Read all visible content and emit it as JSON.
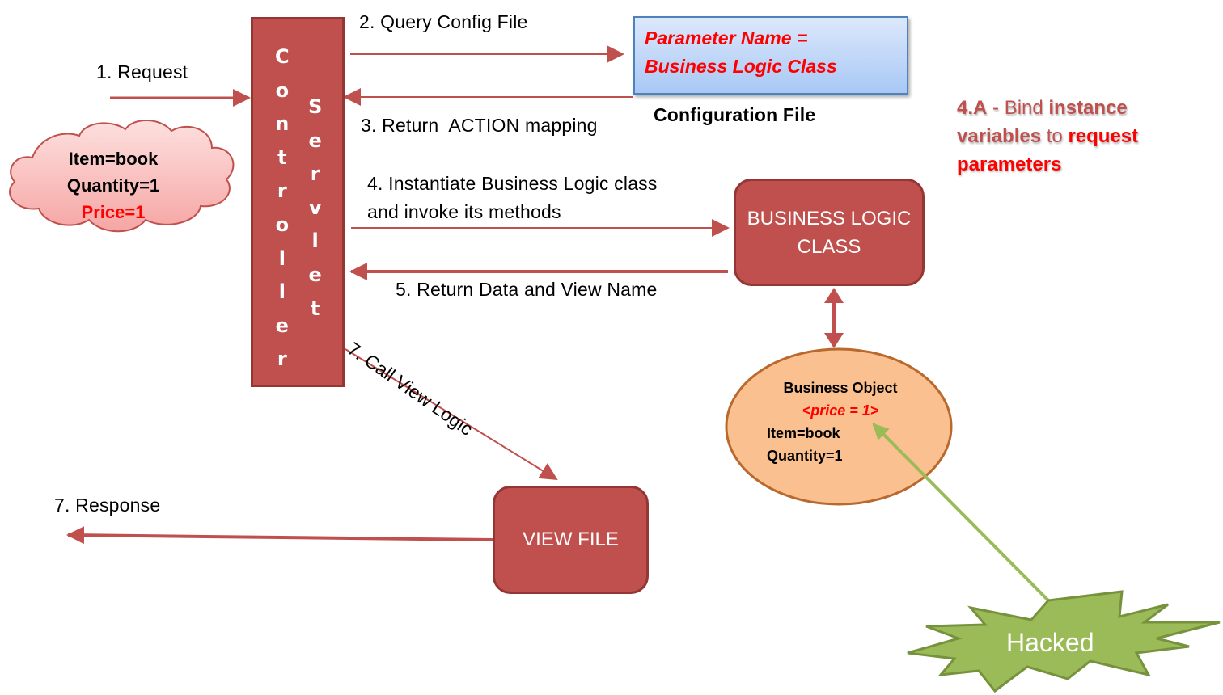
{
  "nodes": {
    "controller": {
      "column1": [
        "C",
        "o",
        "n",
        "t",
        "r",
        "o",
        "l",
        "l",
        "e",
        "r"
      ],
      "column2": [
        "S",
        "e",
        "r",
        "v",
        "l",
        "e",
        "t"
      ]
    },
    "config_box": {
      "line1": "Parameter Name =",
      "line2": "Business Logic Class",
      "caption": "Configuration File"
    },
    "business_logic": {
      "line1": "BUSINESS LOGIC",
      "line2": "CLASS"
    },
    "view_file": {
      "label": "VIEW FILE"
    },
    "request_cloud": {
      "line1": "Item=book",
      "line2": "Quantity=1",
      "line3": "Price=1"
    },
    "business_object": {
      "title": "Business Object",
      "price": "<price = 1>",
      "line1": "Item=book",
      "line2": "Quantity=1"
    },
    "hacked_burst": {
      "label": "Hacked"
    }
  },
  "edges": {
    "request": "1. Request",
    "query_config": "2. Query Config File",
    "return_action": "3. Return  ACTION mapping",
    "instantiate_line1": "4. Instantiate Business Logic class",
    "instantiate_line2": "and invoke its methods",
    "return_data": "5. Return Data and View Name",
    "call_view": "7. Call View Logic",
    "response": "7. Response"
  },
  "annotation": {
    "part1": "4.A",
    "part2": " - Bind ",
    "part3": "instance",
    "part4": "variables",
    "part5": " to ",
    "part6": "request",
    "part7": "parameters"
  },
  "colors": {
    "box_fill": "#c0504d",
    "box_border": "#943634",
    "arrow": "#c0504d",
    "highlight_red": "#ff0000",
    "config_border": "#4f81bd",
    "object_fill": "#fac08f",
    "object_border": "#b9692e",
    "burst_fill": "#9bbb59",
    "burst_border": "#76923c"
  }
}
